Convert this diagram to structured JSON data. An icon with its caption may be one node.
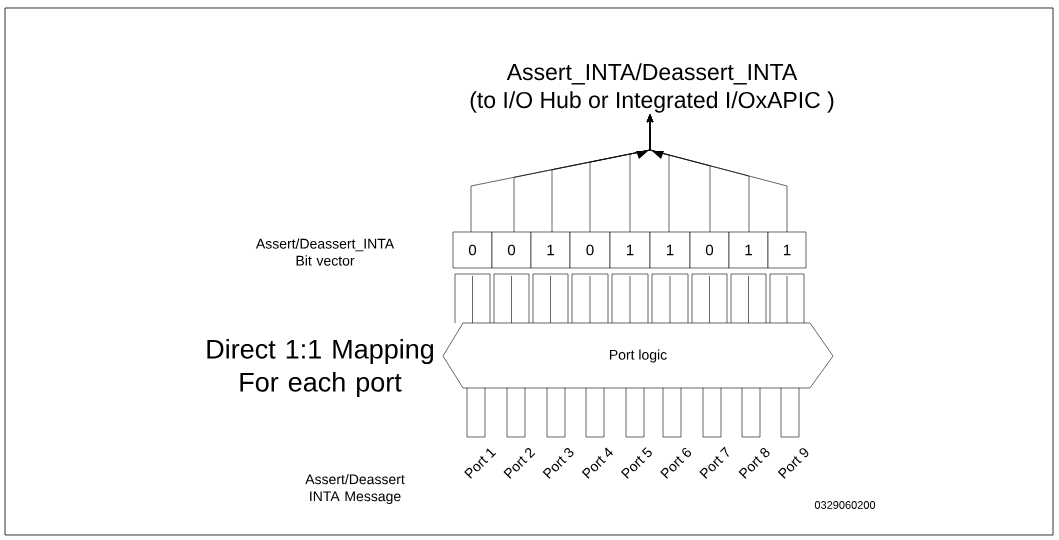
{
  "diagram": {
    "nodes": [
      {
        "text": [
          "0"
        ]
      },
      {
        "text": [
          "0"
        ]
      },
      {
        "text": [
          "1"
        ]
      },
      {
        "text": [
          "0"
        ]
      },
      {
        "text": [
          "1"
        ]
      },
      {
        "text": [
          "1"
        ]
      },
      {
        "text": [
          "0"
        ]
      },
      {
        "text": [
          "1"
        ]
      },
      {
        "text": [
          "1"
        ]
      },
      {
        "text": [
          "Port logic"
        ]
      },
      {
        "text": [
          "Assert_INTA/Deassert_INTA",
          "(to I/O Hub or Integrated I/OxAPIC )"
        ]
      }
    ],
    "edges": [
      {
        "from": 0,
        "to": 10,
        "arrow": "to"
      },
      {
        "from": 1,
        "to": 10,
        "arrow": "to"
      },
      {
        "from": 2,
        "to": 10,
        "arrow": "to"
      },
      {
        "from": 3,
        "to": 10,
        "arrow": "to"
      },
      {
        "from": 4,
        "to": 10,
        "arrow": "to"
      },
      {
        "from": 5,
        "to": 10,
        "arrow": "to"
      },
      {
        "from": 6,
        "to": 10,
        "arrow": "to"
      },
      {
        "from": 7,
        "to": 10,
        "arrow": "to"
      },
      {
        "from": 8,
        "to": 10,
        "arrow": "to"
      }
    ],
    "labels": [
      "Assert/Deassert_INTA Bit vector",
      "Direct 1:1 Mapping For each port",
      "Assert/Deassert INTA Message",
      "Port 1",
      "Port 2",
      "Port 3",
      "Port 4",
      "Port 5",
      "Port 6",
      "Port 7",
      "Port 8",
      "Port 9",
      "0329060200"
    ]
  }
}
